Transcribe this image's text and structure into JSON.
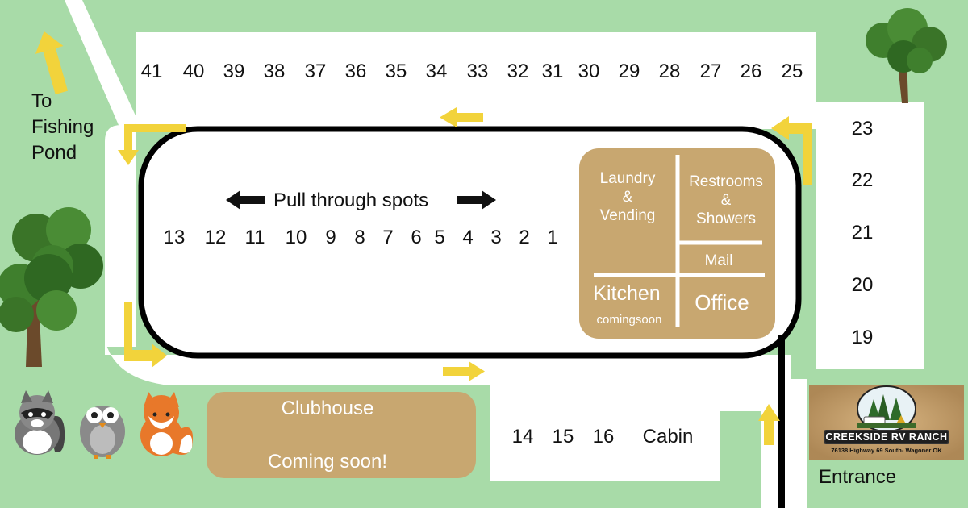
{
  "map": {
    "top_sites": [
      "41",
      "40",
      "39",
      "38",
      "37",
      "36",
      "35",
      "34",
      "33",
      "32",
      "31",
      "30",
      "29",
      "28",
      "27",
      "26",
      "25"
    ],
    "right_sites": [
      "23",
      "22",
      "21",
      "20",
      "19"
    ],
    "pull_sites": [
      "13",
      "12",
      "11",
      "10",
      "9",
      "8",
      "7",
      "6",
      "5",
      "4",
      "3",
      "2",
      "1"
    ],
    "bottom_sites": [
      "14",
      "15",
      "16"
    ],
    "cabin": "Cabin",
    "pull_through_label": "Pull through spots",
    "fishing_label": [
      "To",
      "Fishing",
      "Pond"
    ],
    "entrance_label": "Entrance",
    "clubhouse": {
      "name": "Clubhouse",
      "status": "Coming soon!"
    },
    "office_block": {
      "laundry": [
        "Laundry",
        "&",
        "Vending"
      ],
      "restrooms": [
        "Restrooms",
        "&",
        "Showers"
      ],
      "mail": "Mail",
      "kitchen": "Kitchen",
      "kitchen_status": "comingsoon",
      "office": "Office"
    },
    "logo": {
      "name": "CREEKSIDE RV RANCH",
      "address": "76138 Highway 69 South- Wagoner OK"
    },
    "colors": {
      "grass": "#a8dba8",
      "road": "#ffffff",
      "building": "#c8a770",
      "arrow": "#f2d33b",
      "loop_outline": "#000000"
    },
    "icons": [
      "raccoon-icon",
      "owl-icon",
      "fox-icon",
      "tree-icon"
    ]
  }
}
